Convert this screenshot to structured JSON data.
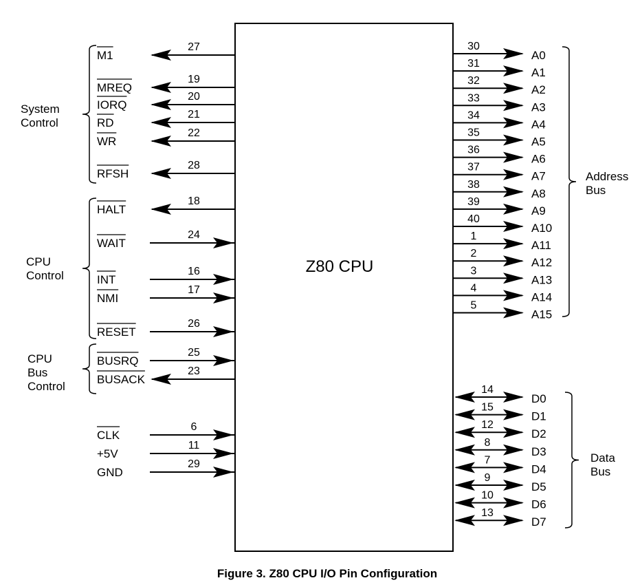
{
  "chip": {
    "title": "Z80 CPU"
  },
  "caption": "Figure 3. Z80 CPU I/O Pin Configuration",
  "left_groups": [
    {
      "label_lines": [
        "System",
        "Control"
      ],
      "pins": [
        {
          "name": "M1",
          "pin": "27",
          "direction": "out",
          "active_low": true
        },
        {
          "name": "MREQ",
          "pin": "19",
          "direction": "out",
          "active_low": true
        },
        {
          "name": "IORQ",
          "pin": "20",
          "direction": "out",
          "active_low": true
        },
        {
          "name": "RD",
          "pin": "21",
          "direction": "out",
          "active_low": true
        },
        {
          "name": "WR",
          "pin": "22",
          "direction": "out",
          "active_low": true
        },
        {
          "name": "RFSH",
          "pin": "28",
          "direction": "out",
          "active_low": true
        }
      ]
    },
    {
      "label_lines": [
        "CPU",
        "Control"
      ],
      "pins": [
        {
          "name": "HALT",
          "pin": "18",
          "direction": "out",
          "active_low": true
        },
        {
          "name": "WAIT",
          "pin": "24",
          "direction": "in",
          "active_low": true
        },
        {
          "name": "INT",
          "pin": "16",
          "direction": "in",
          "active_low": true
        },
        {
          "name": "NMI",
          "pin": "17",
          "direction": "in",
          "active_low": true
        },
        {
          "name": "RESET",
          "pin": "26",
          "direction": "in",
          "active_low": true
        }
      ]
    },
    {
      "label_lines": [
        "CPU",
        "Bus",
        "Control"
      ],
      "pins": [
        {
          "name": "BUSRQ",
          "pin": "25",
          "direction": "in",
          "active_low": true
        },
        {
          "name": "BUSACK",
          "pin": "23",
          "direction": "out",
          "active_low": true
        }
      ]
    },
    {
      "label_lines": [],
      "pins": [
        {
          "name": "CLK",
          "pin": "6",
          "direction": "in",
          "active_low": true
        },
        {
          "name": "+5V",
          "pin": "11",
          "direction": "in",
          "active_low": false
        },
        {
          "name": "GND",
          "pin": "29",
          "direction": "in",
          "active_low": false
        }
      ]
    }
  ],
  "address_bus": {
    "label_lines": [
      "Address",
      "Bus"
    ],
    "pins": [
      {
        "name": "A0",
        "pin": "30"
      },
      {
        "name": "A1",
        "pin": "31"
      },
      {
        "name": "A2",
        "pin": "32"
      },
      {
        "name": "A3",
        "pin": "33"
      },
      {
        "name": "A4",
        "pin": "34"
      },
      {
        "name": "A5",
        "pin": "35"
      },
      {
        "name": "A6",
        "pin": "36"
      },
      {
        "name": "A7",
        "pin": "37"
      },
      {
        "name": "A8",
        "pin": "38"
      },
      {
        "name": "A9",
        "pin": "39"
      },
      {
        "name": "A10",
        "pin": "40"
      },
      {
        "name": "A11",
        "pin": "1"
      },
      {
        "name": "A12",
        "pin": "2"
      },
      {
        "name": "A13",
        "pin": "3"
      },
      {
        "name": "A14",
        "pin": "4"
      },
      {
        "name": "A15",
        "pin": "5"
      }
    ]
  },
  "data_bus": {
    "label_lines": [
      "Data",
      "Bus"
    ],
    "pins": [
      {
        "name": "D0",
        "pin": "14"
      },
      {
        "name": "D1",
        "pin": "15"
      },
      {
        "name": "D2",
        "pin": "12"
      },
      {
        "name": "D3",
        "pin": "8"
      },
      {
        "name": "D4",
        "pin": "7"
      },
      {
        "name": "D5",
        "pin": "9"
      },
      {
        "name": "D6",
        "pin": "10"
      },
      {
        "name": "D7",
        "pin": "13"
      }
    ]
  }
}
